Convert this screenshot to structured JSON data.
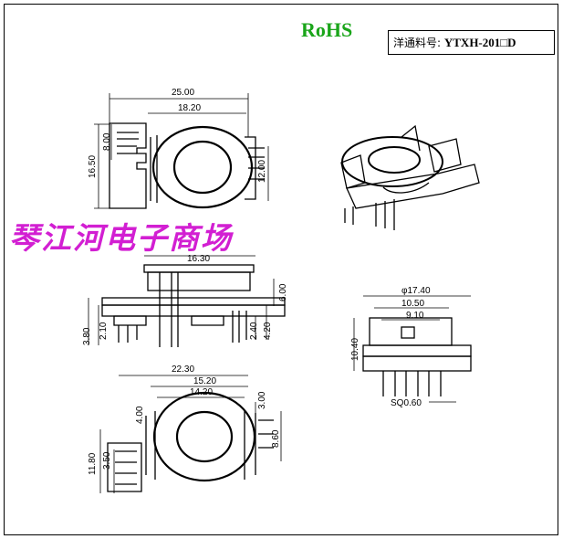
{
  "header": {
    "rohs": "RoHS",
    "part_label": "洋通料号:",
    "part_number": "YTXH-201□D"
  },
  "watermark": "琴江河电子商场",
  "dims_top_view": {
    "d1": "25.00",
    "d2": "18.20",
    "d3": "16.50",
    "d4": "8.00",
    "d5": "12.00"
  },
  "dims_side_view": {
    "d1": "16.30",
    "d2": "6.00",
    "d3": "3.80",
    "d4": "2.10",
    "d5": "4.20",
    "d6": "2.40"
  },
  "dims_bottom_view": {
    "d1": "22.30",
    "d2": "15.20",
    "d3": "14.20",
    "d4": "4.00",
    "d5": "3.00",
    "d6": "11.80",
    "d7": "3.50",
    "d8": "8.60"
  },
  "dims_end_view": {
    "d1": "φ17.40",
    "d2": "10.50",
    "d3": "9.10",
    "d4": "10.40",
    "d5": "SQ0.60"
  }
}
